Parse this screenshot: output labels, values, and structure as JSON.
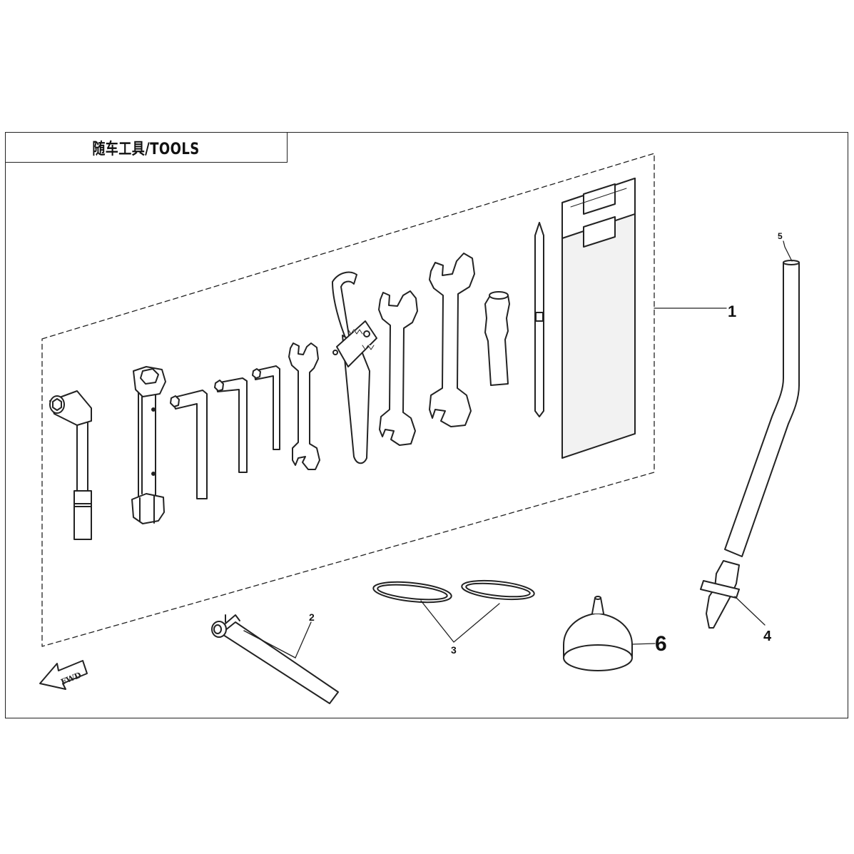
{
  "title": "随车工具/TOOLS",
  "forward_arrow_label": "FWD",
  "callouts": [
    {
      "id": "1",
      "part": "tool-kit"
    },
    {
      "id": "2",
      "part": "tire-pressure-gauge"
    },
    {
      "id": "3",
      "part": "o-rings"
    },
    {
      "id": "4",
      "part": "clamp"
    },
    {
      "id": "5",
      "part": "hose"
    },
    {
      "id": "6",
      "part": "funnel"
    }
  ],
  "colors": {
    "line": "#222222",
    "fill": "#ffffff",
    "shade": "#eeeeee"
  }
}
